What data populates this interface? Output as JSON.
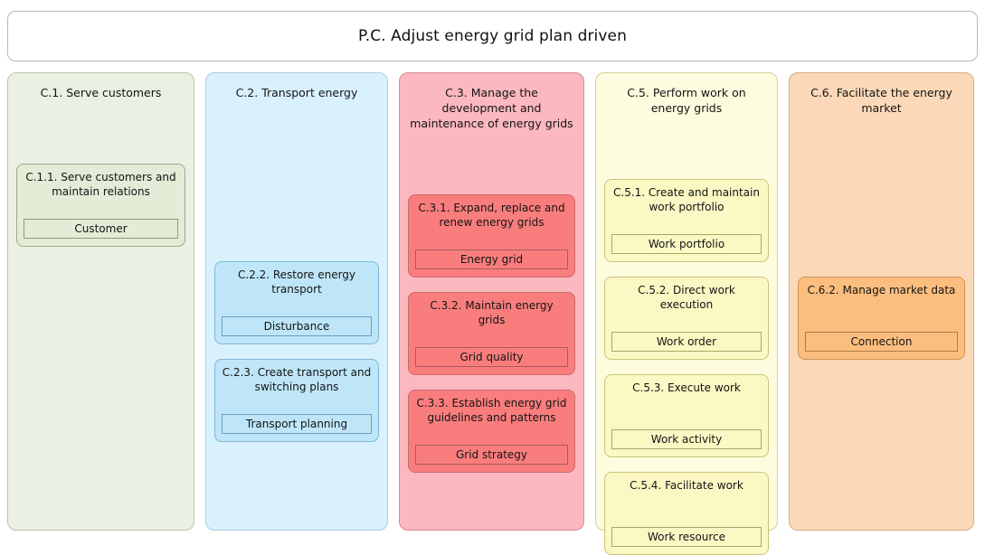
{
  "page": {
    "title": "P.C. Adjust energy grid plan driven"
  },
  "colors": {
    "green_column_bg": "#eaf0e2",
    "green_box_bg": "#e3ecd6",
    "blue_column_bg": "#d9f0fd",
    "blue_box_bg": "#bee6f8",
    "red_column_bg": "#fbb8be",
    "red_box_bg": "#fa7d7d",
    "yellow_column_bg": "#fdfcdf",
    "yellow_box_bg": "#fbf8c4",
    "orange_column_bg": "#fbd9b8",
    "orange_box_bg": "#fcbe7e",
    "canvas_bg": "#ffffff"
  },
  "columns": [
    {
      "id": "C.1",
      "header": "C.1. Serve customers",
      "palette": "green",
      "boxes": [
        {
          "id": "C.1.1",
          "title": "C.1.1. Serve customers and maintain relations",
          "chip": "Customer",
          "row": 1
        }
      ]
    },
    {
      "id": "C.2",
      "header": "C.2. Transport energy",
      "palette": "blue",
      "boxes": [
        {
          "id": "C.2.2",
          "title": "C.2.2. Restore energy transport",
          "chip": "Disturbance",
          "row": 2
        },
        {
          "id": "C.2.3",
          "title": "C.2.3. Create transport and switching plans",
          "chip": "Transport planning",
          "row": 3
        }
      ]
    },
    {
      "id": "C.3",
      "header": "C.3. Manage the development and maintenance of energy grids",
      "palette": "red",
      "boxes": [
        {
          "id": "C.3.1",
          "title": "C.3.1. Expand, replace and renew energy grids",
          "chip": "Energy grid",
          "row": 1
        },
        {
          "id": "C.3.2",
          "title": "C.3.2. Maintain energy grids",
          "chip": "Grid quality",
          "row": 2
        },
        {
          "id": "C.3.3",
          "title": "C.3.3. Establish energy grid guidelines and patterns",
          "chip": "Grid strategy",
          "row": 3
        }
      ]
    },
    {
      "id": "C.5",
      "header": "C.5. Perform work on energy grids",
      "palette": "yellow",
      "boxes": [
        {
          "id": "C.5.1",
          "title": "C.5.1. Create and maintain work portfolio",
          "chip": "Work portfolio",
          "row": 1
        },
        {
          "id": "C.5.2",
          "title": "C.5.2. Direct work execution",
          "chip": "Work order",
          "row": 2
        },
        {
          "id": "C.5.3",
          "title": "C.5.3. Execute work",
          "chip": "Work activity",
          "row": 3
        },
        {
          "id": "C.5.4",
          "title": "C.5.4. Facilitate work",
          "chip": "Work resource",
          "row": 4
        }
      ]
    },
    {
      "id": "C.6",
      "header": "C.6. Facilitate the energy market",
      "palette": "orange",
      "boxes": [
        {
          "id": "C.6.2",
          "title": "C.6.2. Manage market data",
          "chip": "Connection",
          "row": 2
        }
      ]
    }
  ]
}
